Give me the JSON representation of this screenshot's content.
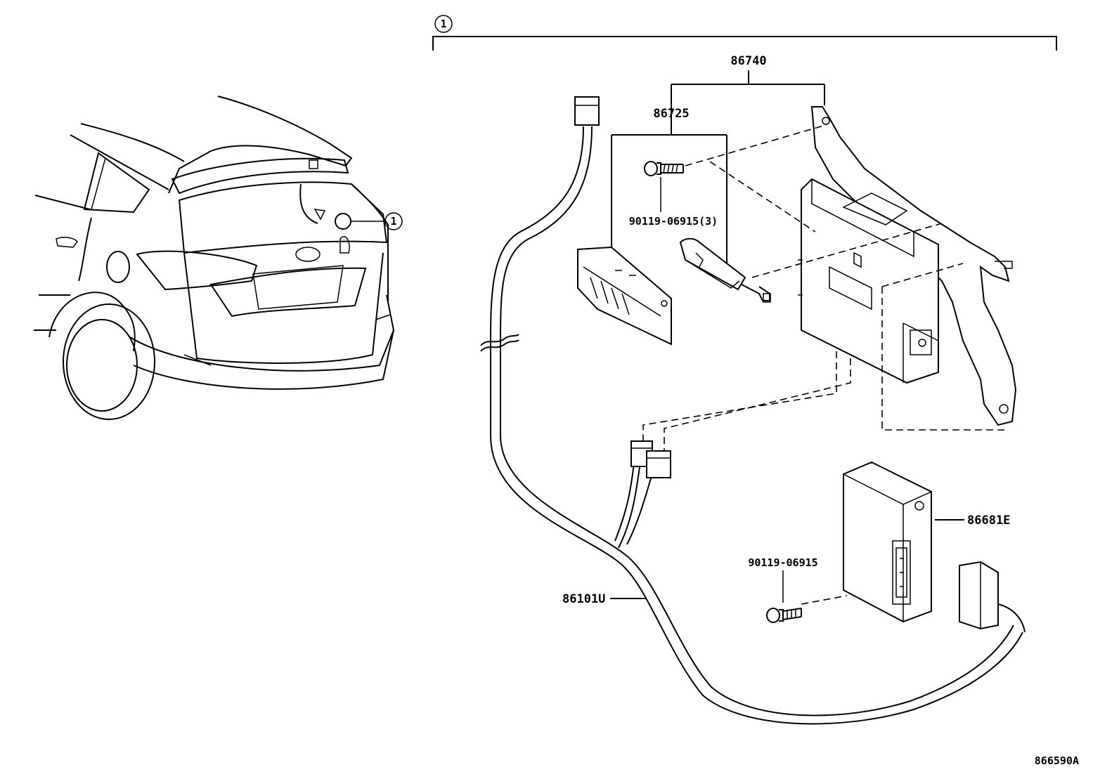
{
  "callout": "1",
  "labels": {
    "assembly": "86740",
    "sub_assembly": "86725",
    "bolt_set": "90119-06915(3)",
    "bolt": "90119-06915",
    "module": "86681E",
    "harness": "86101U",
    "figure_id": "866590A"
  }
}
